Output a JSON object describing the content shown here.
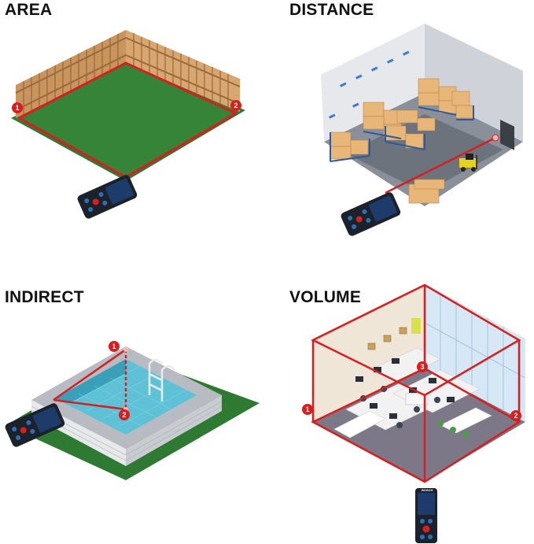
{
  "panels": {
    "area": {
      "title": "AREA",
      "markers": [
        "1",
        "2"
      ]
    },
    "distance": {
      "title": "DISTANCE"
    },
    "indirect": {
      "title": "INDIRECT",
      "markers": [
        "1",
        "2"
      ]
    },
    "volume": {
      "title": "VOLUME",
      "markers": [
        "1",
        "2",
        "3"
      ]
    }
  },
  "device": {
    "brand": "BOSCH"
  },
  "colors": {
    "laser": "#d81e1e",
    "grass": "#2f7a33",
    "fence": "#c9955e",
    "water": "#5fc1d6",
    "box": "#e8b678",
    "rack": "#2d5b9a",
    "device_body": "#1c222b",
    "device_screen": "#1d3c6b"
  }
}
